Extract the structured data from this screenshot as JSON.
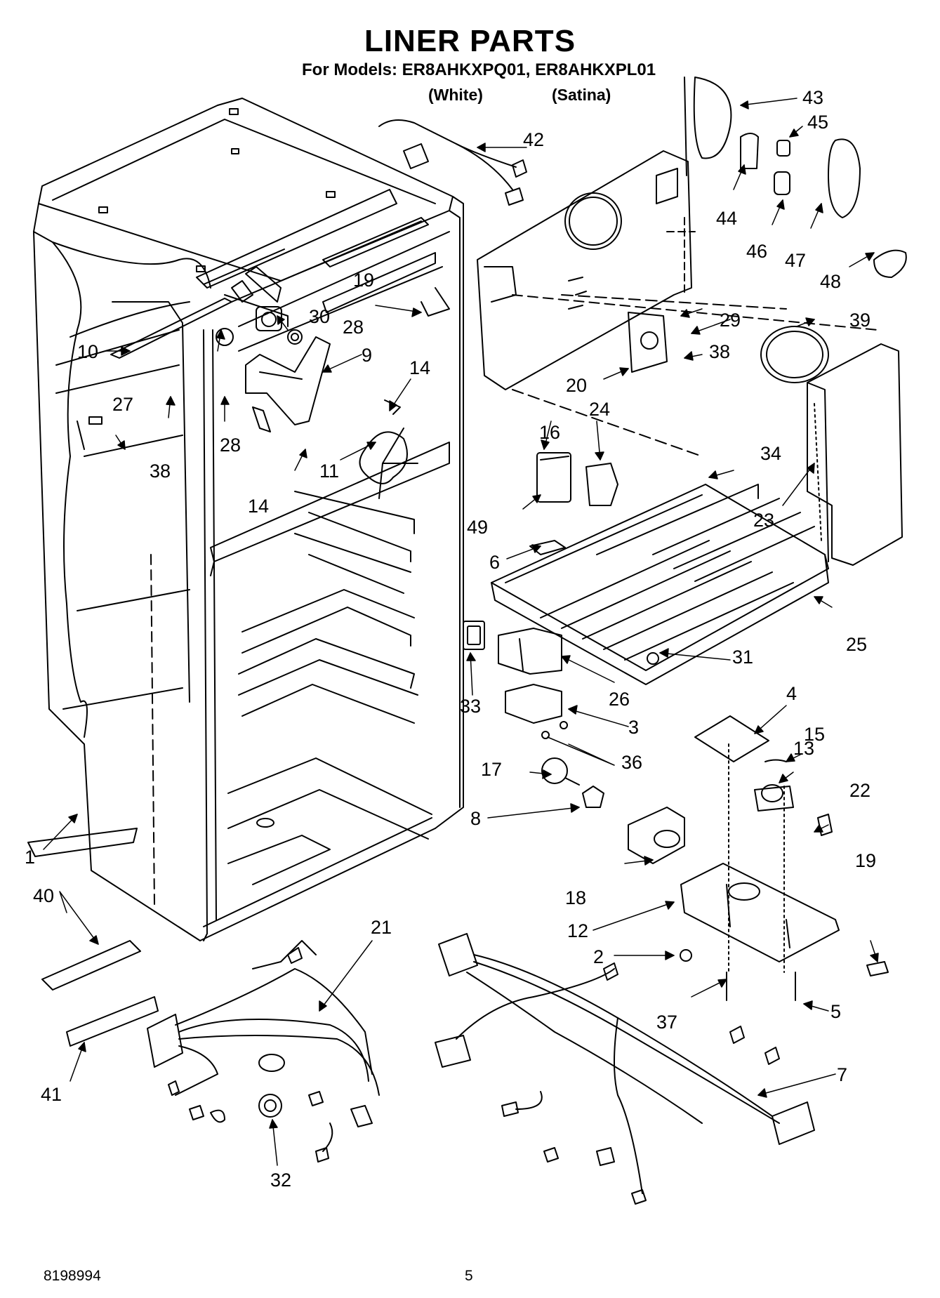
{
  "header": {
    "title": "LINER PARTS",
    "models_line": "For Models: ER8AHKXPQ01, ER8AHKXPL01",
    "variant_white": "(White)",
    "variant_satina": "(Satina)"
  },
  "footer": {
    "doc_number": "8198994",
    "page_number": "5"
  },
  "callouts": [
    "1",
    "2",
    "3",
    "4",
    "5",
    "6",
    "7",
    "8",
    "9",
    "10",
    "11",
    "12",
    "13",
    "14",
    "14",
    "15",
    "16",
    "17",
    "18",
    "19",
    "19",
    "20",
    "21",
    "22",
    "23",
    "24",
    "25",
    "26",
    "27",
    "28",
    "28",
    "29",
    "30",
    "31",
    "32",
    "33",
    "34",
    "36",
    "37",
    "38",
    "38",
    "38",
    "39",
    "40",
    "41",
    "42",
    "43",
    "44",
    "45",
    "46",
    "47",
    "48",
    "49"
  ]
}
